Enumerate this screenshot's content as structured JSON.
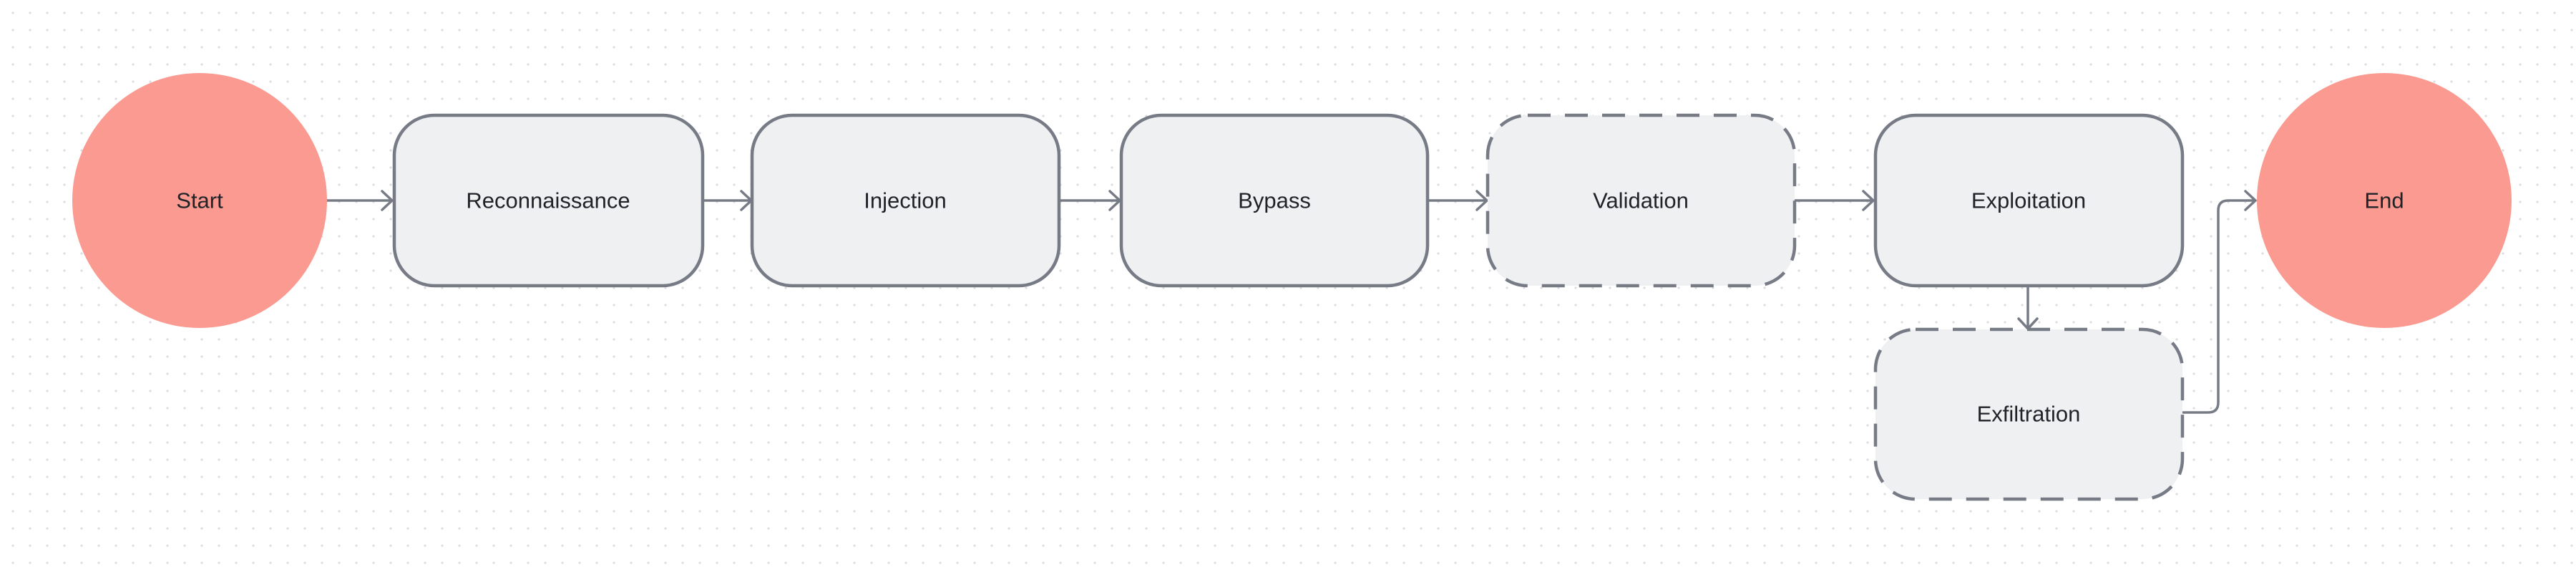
{
  "diagram": {
    "nodes": {
      "start": {
        "label": "Start",
        "shape": "circle",
        "fill": "#fa9a90"
      },
      "reconnaissance": {
        "label": "Reconnaissance",
        "shape": "rounded-rect",
        "border": "solid"
      },
      "injection": {
        "label": "Injection",
        "shape": "rounded-rect",
        "border": "solid"
      },
      "bypass": {
        "label": "Bypass",
        "shape": "rounded-rect",
        "border": "solid"
      },
      "validation": {
        "label": "Validation",
        "shape": "rounded-rect",
        "border": "dashed"
      },
      "exploitation": {
        "label": "Exploitation",
        "shape": "rounded-rect",
        "border": "solid"
      },
      "exfiltration": {
        "label": "Exfiltration",
        "shape": "rounded-rect",
        "border": "dashed"
      },
      "end": {
        "label": "End",
        "shape": "circle",
        "fill": "#fa9a90"
      }
    },
    "edges": [
      {
        "from": "start",
        "to": "reconnaissance"
      },
      {
        "from": "reconnaissance",
        "to": "injection"
      },
      {
        "from": "injection",
        "to": "bypass"
      },
      {
        "from": "bypass",
        "to": "validation"
      },
      {
        "from": "validation",
        "to": "exploitation"
      },
      {
        "from": "exploitation",
        "to": "exfiltration"
      },
      {
        "from": "exfiltration",
        "to": "end"
      }
    ],
    "colors": {
      "terminal_fill": "#fa9a90",
      "step_fill": "#eff0f2",
      "step_border": "#767b86",
      "edge": "#767b86",
      "text": "#1f2328"
    }
  }
}
